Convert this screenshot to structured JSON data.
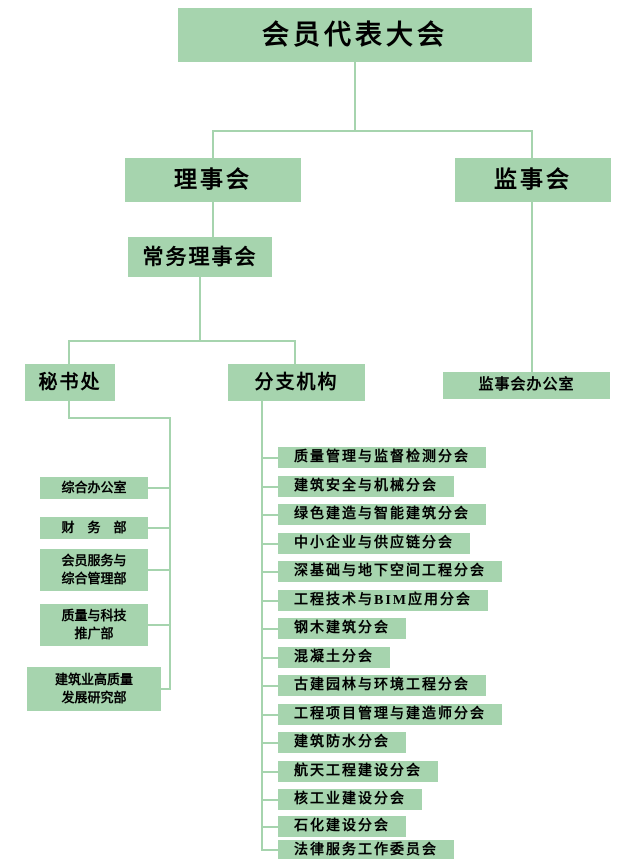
{
  "org_chart": {
    "root": "会员代表大会",
    "council": "理事会",
    "supervisory_board": "监事会",
    "standing_council": "常务理事会",
    "secretariat": "秘书处",
    "branches": "分支机构",
    "supervisory_office": "监事会办公室",
    "secretariat_departments": [
      "综合办公室",
      "财　务　部",
      "会员服务与\n综合管理部",
      "质量与科技\n推广部",
      "建筑业高质量\n发展研究部"
    ],
    "branch_associations": [
      "质量管理与监督检测分会",
      "建筑安全与机械分会",
      "绿色建造与智能建筑分会",
      "中小企业与供应链分会",
      "深基础与地下空间工程分会",
      "工程技术与BIM应用分会",
      "钢木建筑分会",
      "混凝土分会",
      "古建园林与环境工程分会",
      "工程项目管理与建造师分会",
      "建筑防水分会",
      "航天工程建设分会",
      "核工业建设分会",
      "石化建设分会",
      "法律服务工作委员会"
    ],
    "colors": {
      "box_fill": "#a6d4ae",
      "line": "#a6d4ae",
      "text": "#000000"
    }
  }
}
